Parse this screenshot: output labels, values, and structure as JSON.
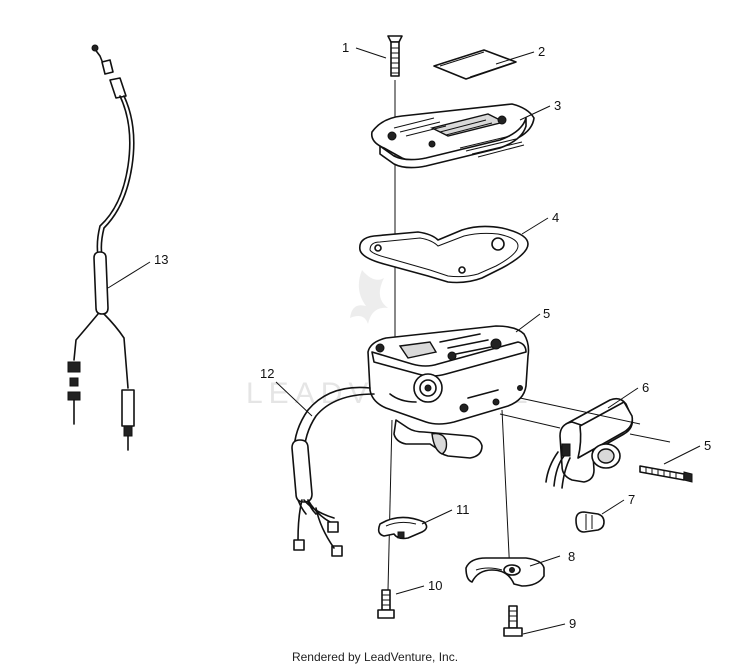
{
  "watermark": "LEADVENTURE",
  "footer": "Rendered by LeadVenture, Inc.",
  "callouts": {
    "c1": "1",
    "c2": "2",
    "c3": "3",
    "c4": "4",
    "c5a": "5",
    "c5b": "5",
    "c6": "6",
    "c7": "7",
    "c8": "8",
    "c9": "9",
    "c10": "10",
    "c11": "11",
    "c12": "12",
    "c13": "13"
  }
}
